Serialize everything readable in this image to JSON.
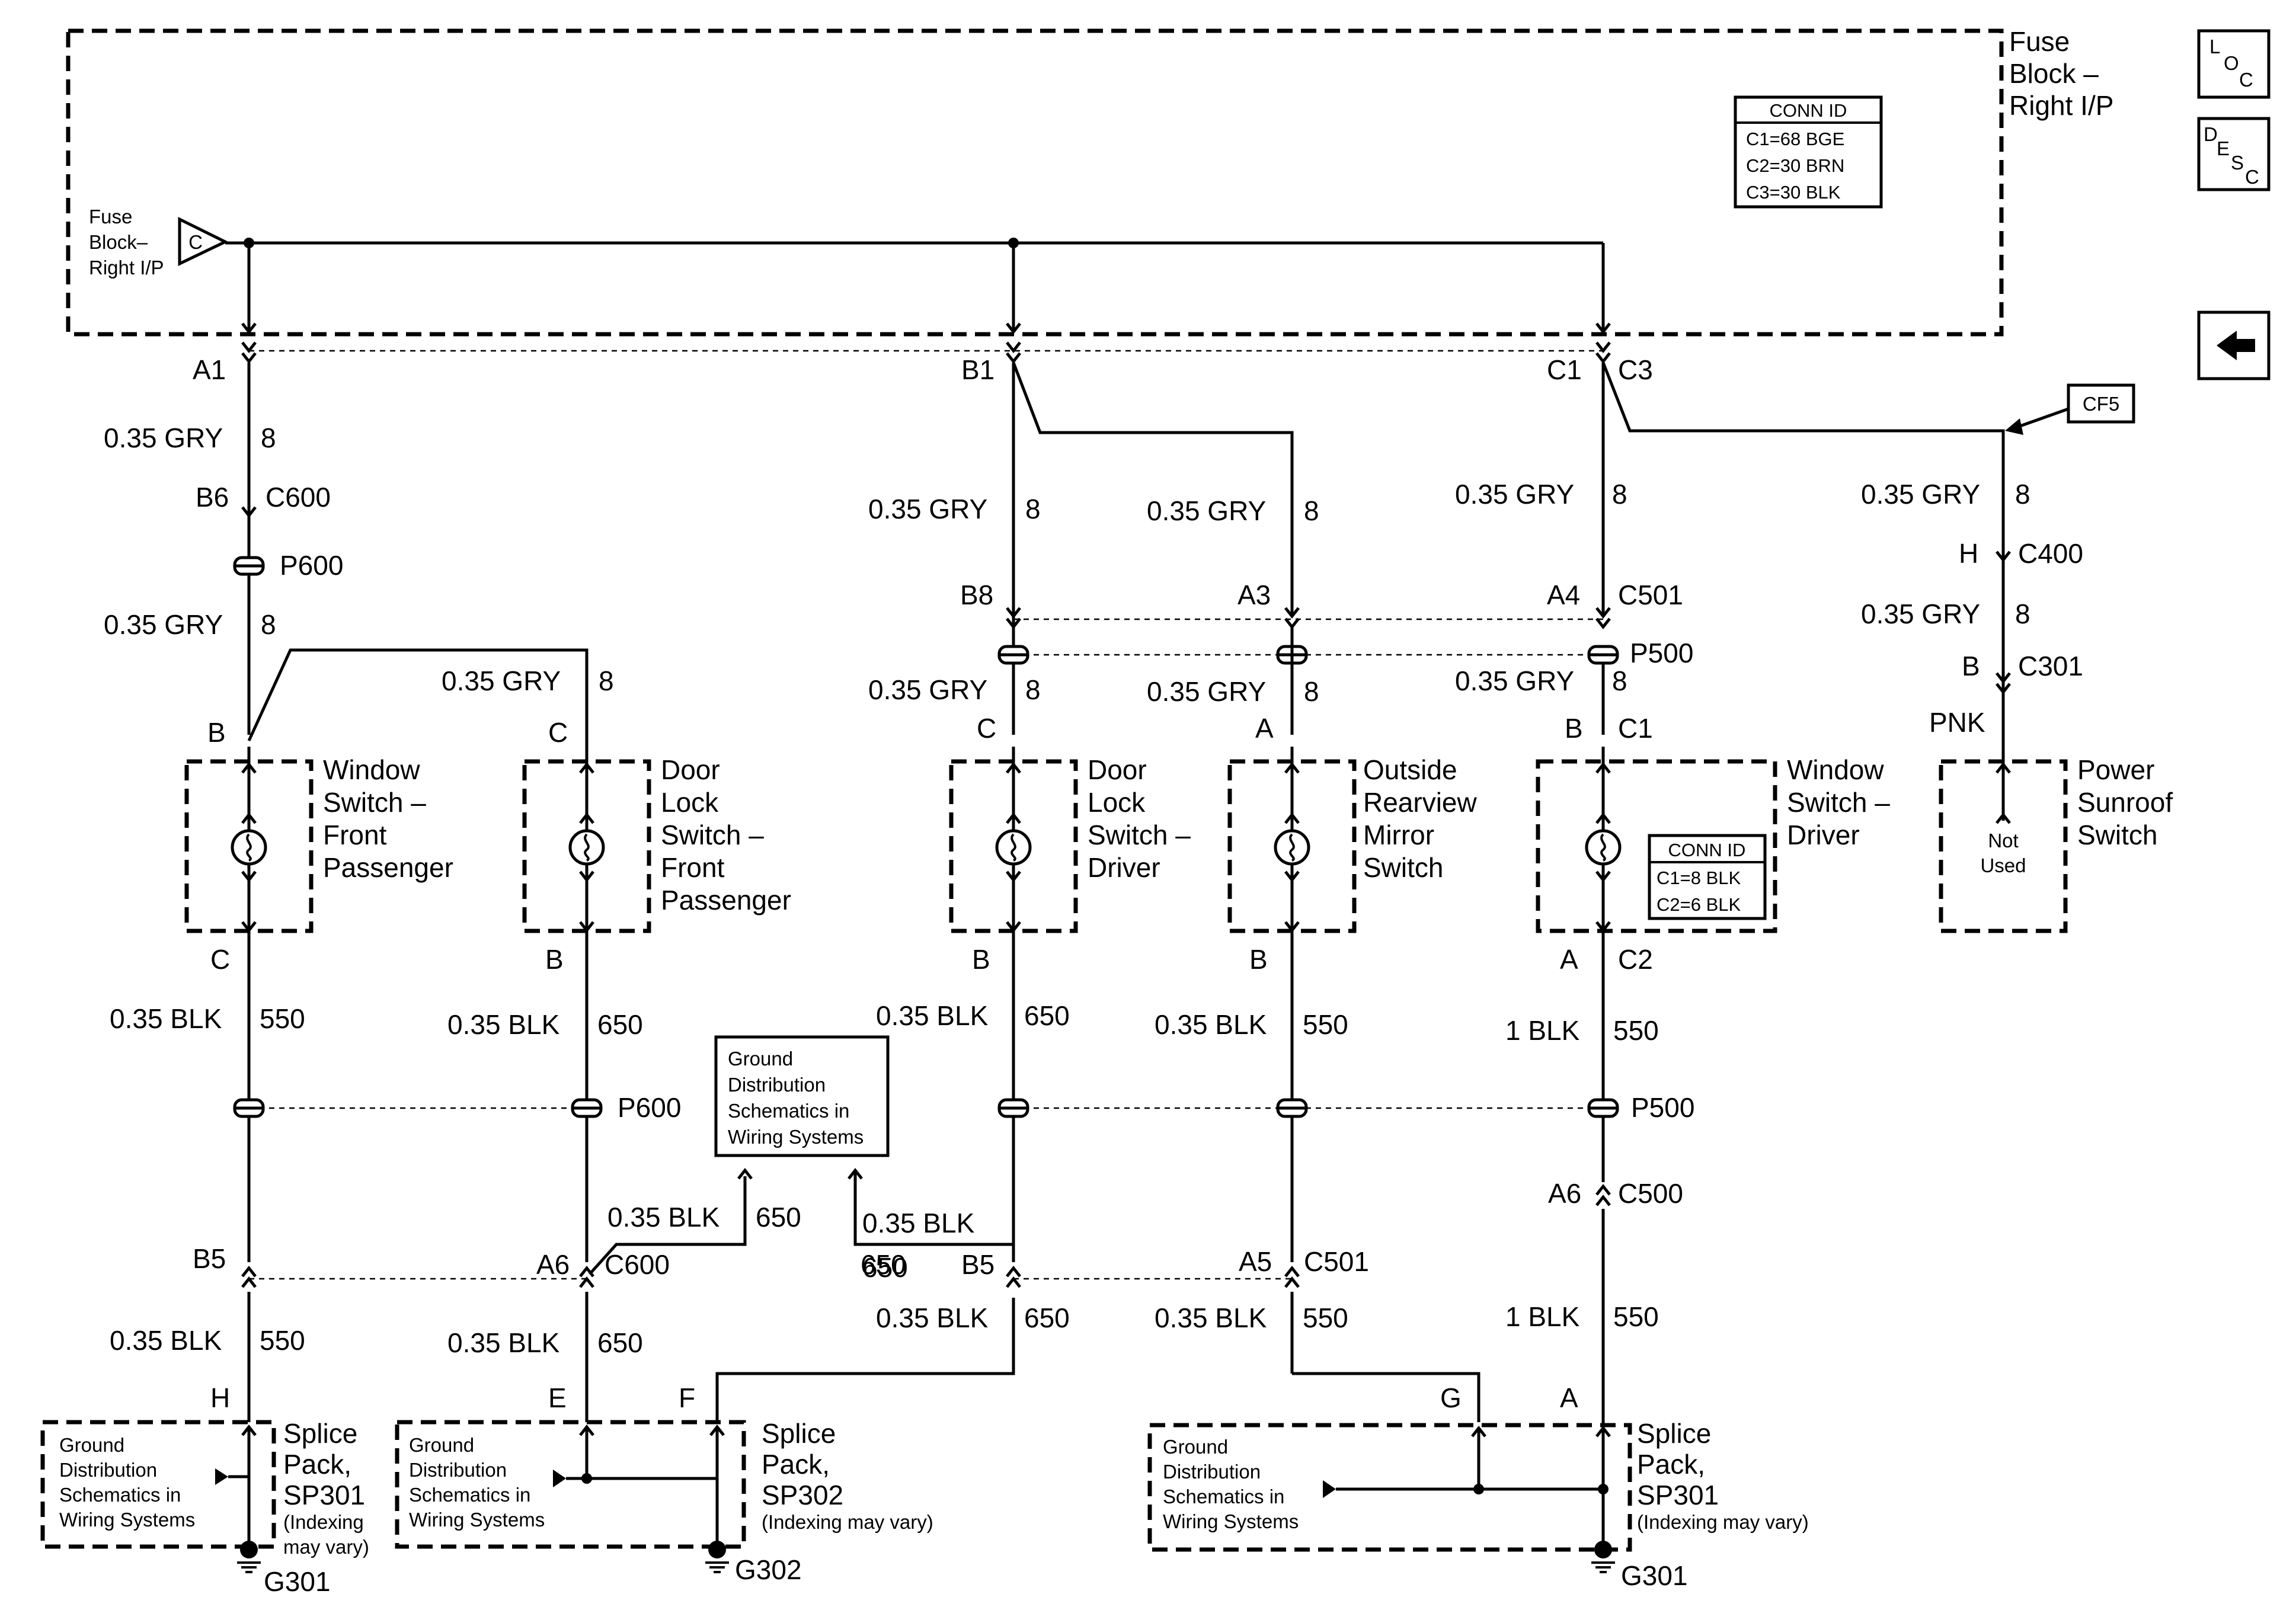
{
  "fuse_block": {
    "title_lines": [
      "Fuse",
      "Block –",
      "Right I/P"
    ],
    "inner_label_lines": [
      "Fuse",
      "Block–",
      "Right I/P"
    ],
    "fuse_id": "C",
    "conn_id": {
      "header": "CONN ID",
      "lines": [
        "C1=68 BGE",
        "C2=30 BRN",
        "C3=30 BLK"
      ]
    },
    "pins": {
      "a1": "A1",
      "b1": "B1",
      "c1": "C1",
      "c3": "C3"
    }
  },
  "side_icons": {
    "loc": [
      "L",
      "O",
      "C"
    ],
    "desc": [
      "D",
      "E",
      "S",
      "C"
    ]
  },
  "cf5": "CF5",
  "wire_gry": "0.35 GRY",
  "wire_blk": "0.35 BLK",
  "wire_blk1": "1 BLK",
  "circuit_8": "8",
  "circuit_550": "550",
  "circuit_650": "650",
  "pins": {
    "A": "A",
    "B": "B",
    "C": "C",
    "E": "E",
    "F": "F",
    "G": "G",
    "H": "H"
  },
  "connectors": {
    "B6": "B6",
    "C600": "C600",
    "P600": "P600",
    "B8": "B8",
    "A3": "A3",
    "A4": "A4",
    "C501": "C501",
    "P500": "P500",
    "H": "H",
    "C400": "C400",
    "C301": "C301",
    "PNK": "PNK",
    "C1": "C1",
    "C2": "C2",
    "A6": "A6",
    "C500": "C500",
    "B5": "B5",
    "A5": "A5"
  },
  "components": {
    "window_switch_fp": [
      "Window",
      "Switch –",
      "Front",
      "Passenger"
    ],
    "door_lock_fp": [
      "Door",
      "Lock",
      "Switch –",
      "Front",
      "Passenger"
    ],
    "door_lock_driver": [
      "Door",
      "Lock",
      "Switch –",
      "Driver"
    ],
    "mirror_switch": [
      "Outside",
      "Rearview",
      "Mirror",
      "Switch"
    ],
    "window_switch_driver": [
      "Window",
      "Switch –",
      "Driver"
    ],
    "sunroof_switch": [
      "Power",
      "Sunroof",
      "Switch"
    ],
    "not_used": [
      "Not",
      "Used"
    ],
    "driver_conn_id": {
      "header": "CONN ID",
      "lines": [
        "C1=8 BLK",
        "C2=6 BLK"
      ]
    }
  },
  "ground_ref": [
    "Ground",
    "Distribution",
    "Schematics in",
    "Wiring Systems"
  ],
  "splices": {
    "sp301_left": [
      "Splice",
      "Pack,",
      "SP301",
      "(Indexing",
      "may vary)"
    ],
    "sp302": [
      "Splice",
      "Pack,",
      "SP302",
      "(Indexing may vary)"
    ],
    "sp301_right": [
      "Splice",
      "Pack,",
      "SP301",
      "(Indexing may vary)"
    ]
  },
  "grounds": {
    "g301": "G301",
    "g302": "G302"
  }
}
